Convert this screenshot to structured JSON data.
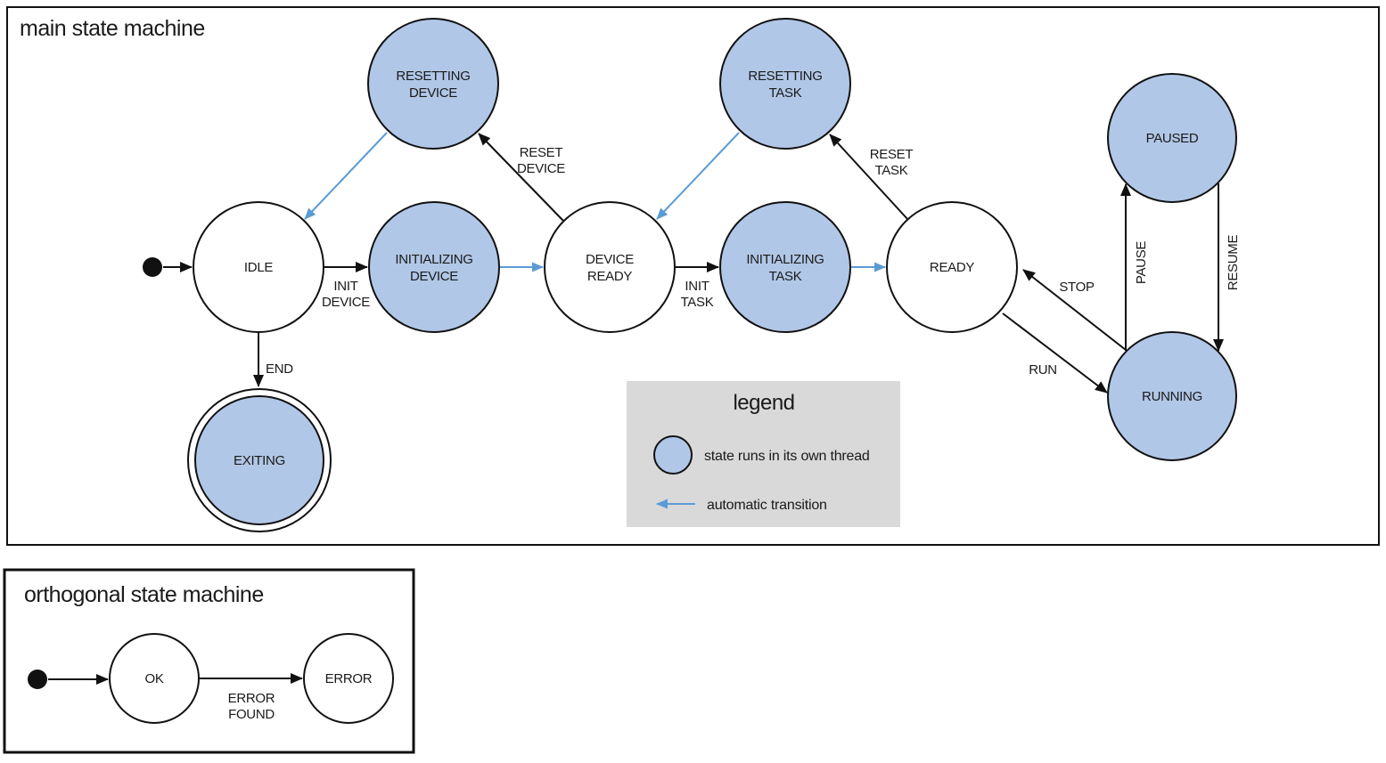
{
  "main": {
    "title": "main state machine",
    "states": {
      "idle": {
        "label": "IDLE"
      },
      "initializing_device": {
        "l1": "INITIALIZING",
        "l2": "DEVICE"
      },
      "device_ready": {
        "l1": "DEVICE",
        "l2": "READY"
      },
      "initializing_task": {
        "l1": "INITIALIZING",
        "l2": "TASK"
      },
      "ready": {
        "label": "READY"
      },
      "resetting_device": {
        "l1": "RESETTING",
        "l2": "DEVICE"
      },
      "resetting_task": {
        "l1": "RESETTING",
        "l2": "TASK"
      },
      "paused": {
        "label": "PAUSED"
      },
      "running": {
        "label": "RUNNING"
      },
      "exiting": {
        "label": "EXITING"
      }
    },
    "transitions": {
      "init_device": {
        "l1": "INIT",
        "l2": "DEVICE"
      },
      "init_task": {
        "l1": "INIT",
        "l2": "TASK"
      },
      "reset_device": {
        "l1": "RESET",
        "l2": "DEVICE"
      },
      "reset_task": {
        "l1": "RESET",
        "l2": "TASK"
      },
      "run": "RUN",
      "stop": "STOP",
      "pause": "PAUSE",
      "resume": "RESUME",
      "end": "END"
    }
  },
  "legend": {
    "title": "legend",
    "thread_item": "state runs in its own thread",
    "auto_item": "automatic transition"
  },
  "orthogonal": {
    "title": "orthogonal state machine",
    "states": {
      "ok": {
        "label": "OK"
      },
      "error": {
        "label": "ERROR"
      }
    },
    "transitions": {
      "error_found": {
        "l1": "ERROR",
        "l2": "FOUND"
      }
    }
  },
  "colors": {
    "thread_state_fill": "#b1c7e7",
    "plain_state_fill": "#ffffff",
    "auto_transition": "#5b9bd5",
    "stroke": "#111111",
    "legend_bg": "#d9d9d9"
  }
}
